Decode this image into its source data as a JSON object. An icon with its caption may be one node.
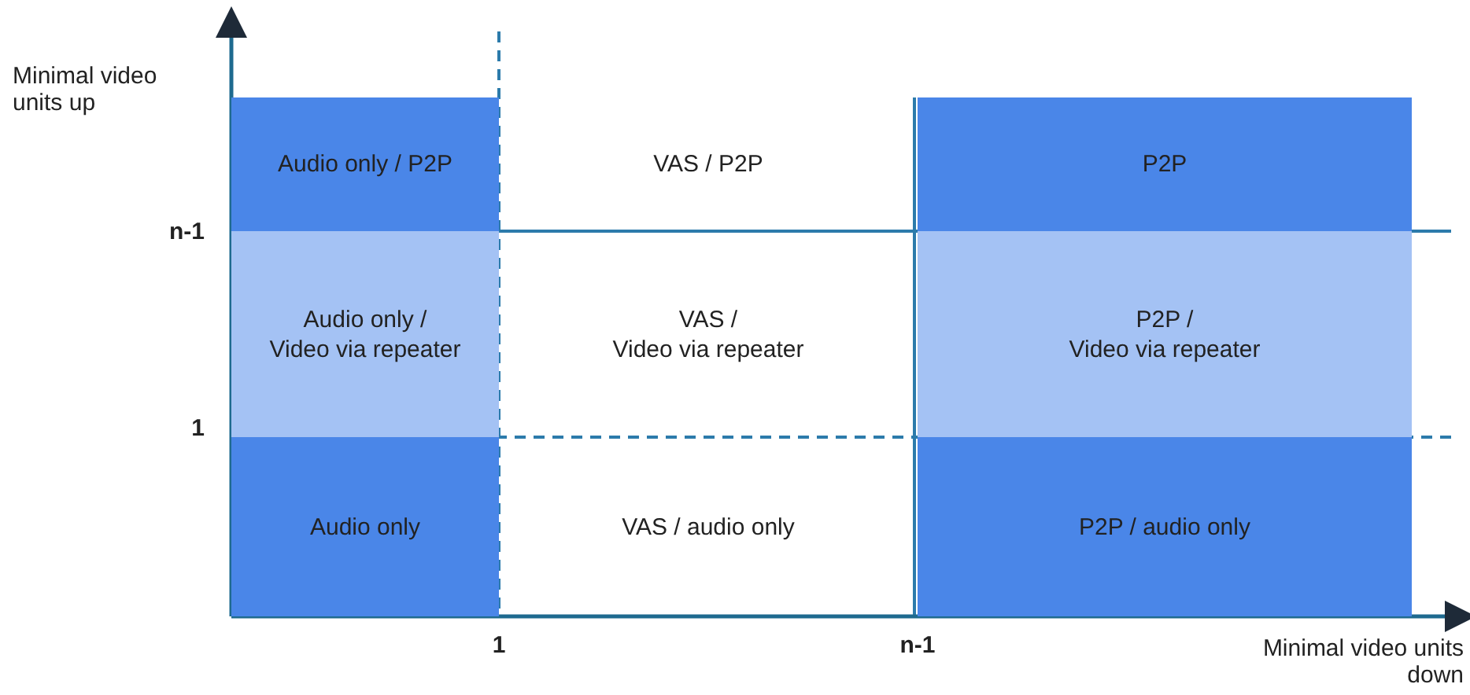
{
  "diagram": {
    "nodes": [
      {
        "text": [
          "Audio only / P2P"
        ]
      },
      {
        "text": [
          "VAS / P2P"
        ]
      },
      {
        "text": [
          "P2P"
        ]
      },
      {
        "text": [
          "Audio only / Video via repeater"
        ]
      },
      {
        "text": [
          "VAS / Video via repeater"
        ]
      },
      {
        "text": [
          "P2P / Video via repeater"
        ]
      },
      {
        "text": [
          "Audio only"
        ]
      },
      {
        "text": [
          "VAS / audio only"
        ]
      },
      {
        "text": [
          "P2P / audio only"
        ]
      }
    ],
    "labels": [
      "Minimal video units up",
      "n-1",
      "1",
      "1",
      "n-1",
      "Minimal video units down"
    ]
  }
}
